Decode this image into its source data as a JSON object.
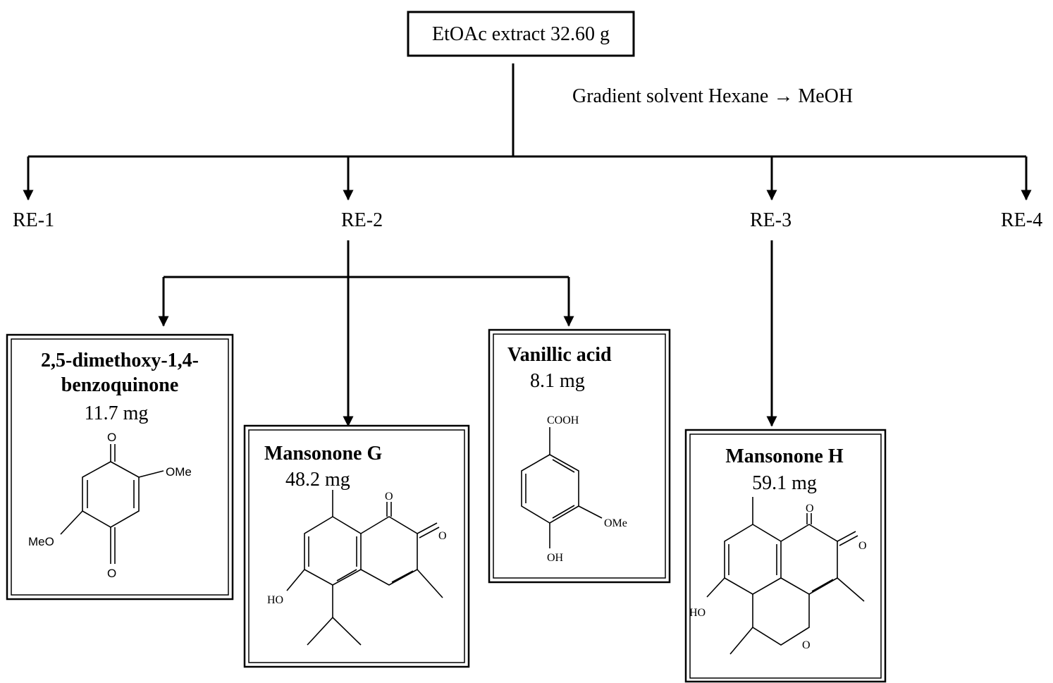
{
  "root": {
    "label": "EtOAc extract 32.60 g"
  },
  "condition": "Gradient solvent Hexane → MeOH",
  "fractions": [
    "RE-1",
    "RE-2",
    "RE-3",
    "RE-4"
  ],
  "compounds": {
    "dmbq": {
      "name_line1": "2,5-dimethoxy-1,4-",
      "name_line2": "benzoquinone",
      "mass": "11.7 mg"
    },
    "mansonone_g": {
      "name": "Mansonone G",
      "mass": "48.2 mg"
    },
    "vanillic": {
      "name": "Vanillic acid",
      "mass": "8.1 mg"
    },
    "mansonone_h": {
      "name": "Mansonone H",
      "mass": "59.1 mg"
    }
  },
  "atoms": {
    "O": "O",
    "OMe": "OMe",
    "MeO": "MeO",
    "HO": "HO",
    "OH": "OH",
    "COOH": "COOH"
  },
  "colors": {
    "ink": "#000000",
    "background": "#ffffff"
  }
}
